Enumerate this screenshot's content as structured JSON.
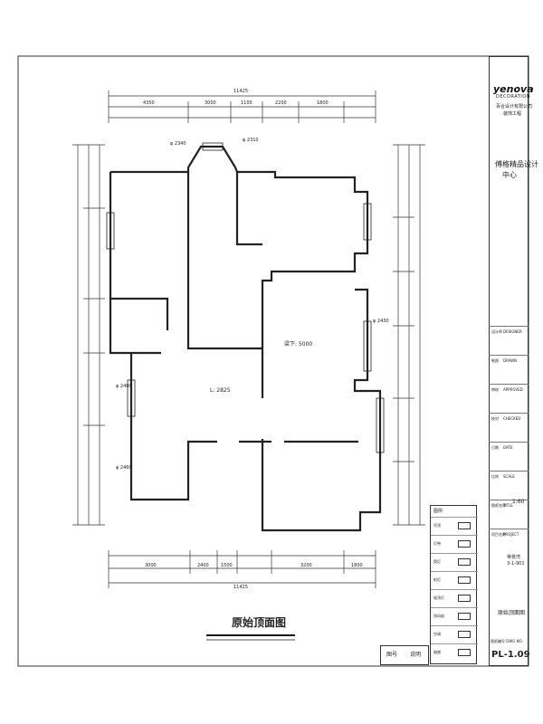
{
  "drawing": {
    "title": "原始顶面图",
    "scale_note": "1:60",
    "sheet_number": "PL-1.09",
    "rooms": [
      {
        "name": "living-area",
        "label": "L: 2825"
      },
      {
        "name": "hall-area",
        "label": "梁下: 5000"
      }
    ],
    "beam_labels": [
      "φ 2340",
      "φ 2310",
      "φ 2400",
      "φ 2460",
      "φ 2430"
    ],
    "dimension_labels": {
      "top_total": "11425",
      "top_segments": [
        "4350",
        "3000",
        "1100",
        "2200",
        "1800"
      ],
      "bottom_total": "11425",
      "bottom_segments": [
        "3000",
        "2400",
        "1500",
        "3200",
        "1800"
      ]
    }
  },
  "title_block": {
    "logo": "yenova",
    "logo_sub": "DECORATION",
    "company_lines": [
      "百合设计有限公司",
      "装饰工程"
    ],
    "studio_lines": [
      "傅格精品设计",
      "中心"
    ],
    "rows": [
      {
        "label": "设计师",
        "value": "DESIGNER"
      },
      {
        "label": "制图",
        "value": "DRAWN"
      },
      {
        "label": "审核",
        "value": "APPROVED"
      },
      {
        "label": "校对",
        "value": "CHECKED"
      },
      {
        "label": "日期",
        "value": "DATE"
      },
      {
        "label": "比例",
        "value": "SCALE"
      },
      {
        "label": "图纸名称",
        "value": "TITLE"
      },
      {
        "label": "项目名称",
        "value": "PROJECT"
      }
    ],
    "project_name": "帝景湾",
    "project_unit": "3-1-901",
    "drawing_name": "原始顶面图",
    "drawing_number_label": "图纸编号 DWG NO."
  },
  "legend": {
    "title": "图例",
    "items": [
      "吊顶",
      "灯带",
      "筒灯",
      "射灯",
      "吸顶灯",
      "排风扇",
      "空调",
      "烟感"
    ]
  },
  "stamp": {
    "left": "图号",
    "right": "说明"
  }
}
